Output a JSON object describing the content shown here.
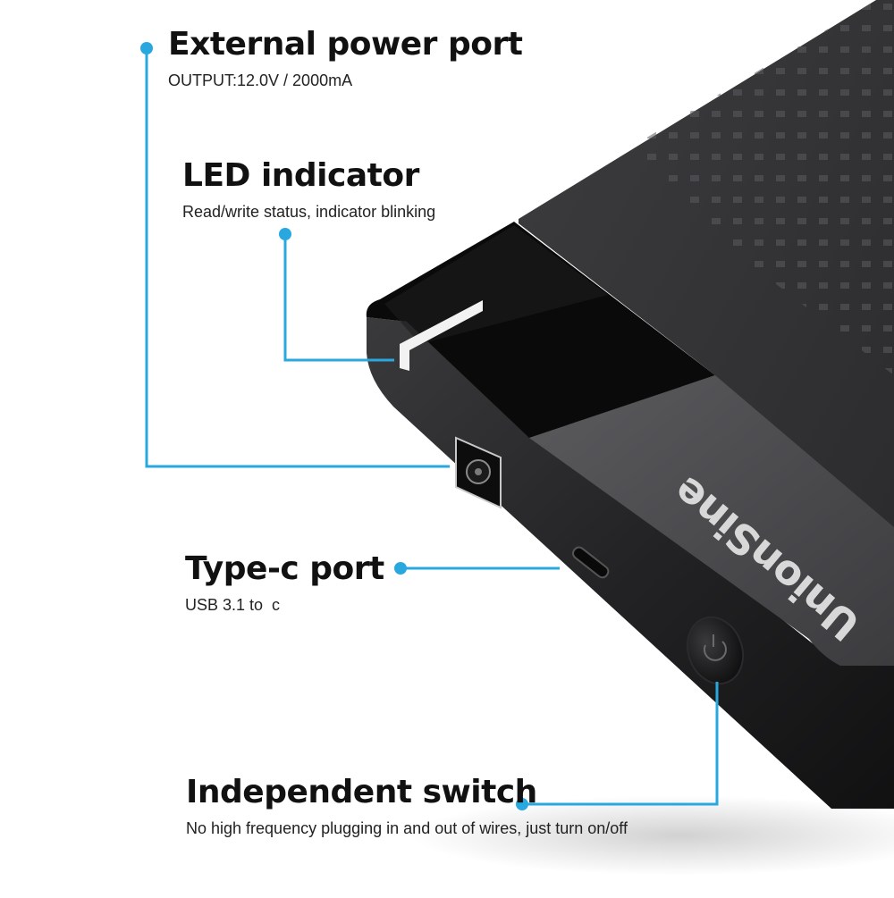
{
  "accent_color": "#29a8e0",
  "device": {
    "brand": "UnionSine",
    "icons": [
      "dc-power-jack-icon",
      "usb-type-c-port-icon",
      "power-button-icon",
      "led-light-bar-icon"
    ]
  },
  "features": [
    {
      "title": "External power port",
      "desc": "OUTPUT:12.0V / 2000mA"
    },
    {
      "title": "LED indicator",
      "desc": "Read/write status, indicator blinking"
    },
    {
      "title": "Type-c port",
      "desc": "USB 3.1 to  c"
    },
    {
      "title": "Independent switch",
      "desc": "No high frequency plugging in and out of wires, just turn on/off"
    }
  ]
}
